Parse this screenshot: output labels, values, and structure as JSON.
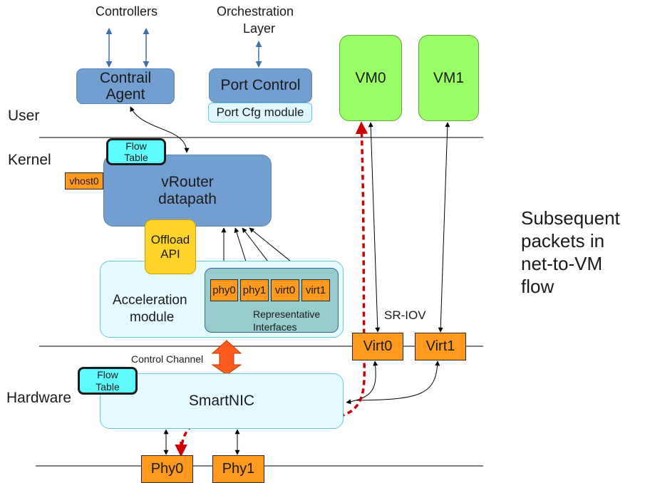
{
  "layers": {
    "user": "User",
    "kernel": "Kernel",
    "hardware": "Hardware"
  },
  "top": {
    "controllers": "Controllers",
    "orchestration_line1": "Orchestration",
    "orchestration_line2": "Layer"
  },
  "boxes": {
    "contrail_agent_line1": "Contrail",
    "contrail_agent_line2": "Agent",
    "port_control": "Port Control",
    "port_cfg_module": "Port Cfg module",
    "vm0": "VM0",
    "vm1": "VM1",
    "flow_table_line1": "Flow",
    "flow_table_line2": "Table",
    "vhost0": "vhost0",
    "vrouter_line1": "vRouter",
    "vrouter_line2": "datapath",
    "offload_line1": "Offload",
    "offload_line2": "API",
    "acceleration_line1": "Acceleration",
    "acceleration_line2": "module",
    "rep_phy0": "phy0",
    "rep_phy1": "phy1",
    "rep_virt0": "virt0",
    "rep_virt1": "virt1",
    "representative_line1": "Representative",
    "representative_line2": "Interfaces",
    "sr_iov": "SR-IOV",
    "virt0": "Virt0",
    "virt1": "Virt1",
    "control_channel": "Control Channel",
    "smartnic_flow_line1": "Flow",
    "smartnic_flow_line2": "Table",
    "smartnic": "SmartNIC",
    "phy0": "Phy0",
    "phy1": "Phy1"
  },
  "caption": {
    "line1": "Subsequent",
    "line2": "packets in",
    "line3": "net-to-VM",
    "line4": "flow"
  },
  "colors": {
    "agent_blue": "#729fcf",
    "vm_green": "#99ff66",
    "interface_orange": "#ff9a1f",
    "offload_yellow": "#ffd42a",
    "flow_table_cyan": "#5efcff",
    "packet_path_red": "#cc0000"
  }
}
